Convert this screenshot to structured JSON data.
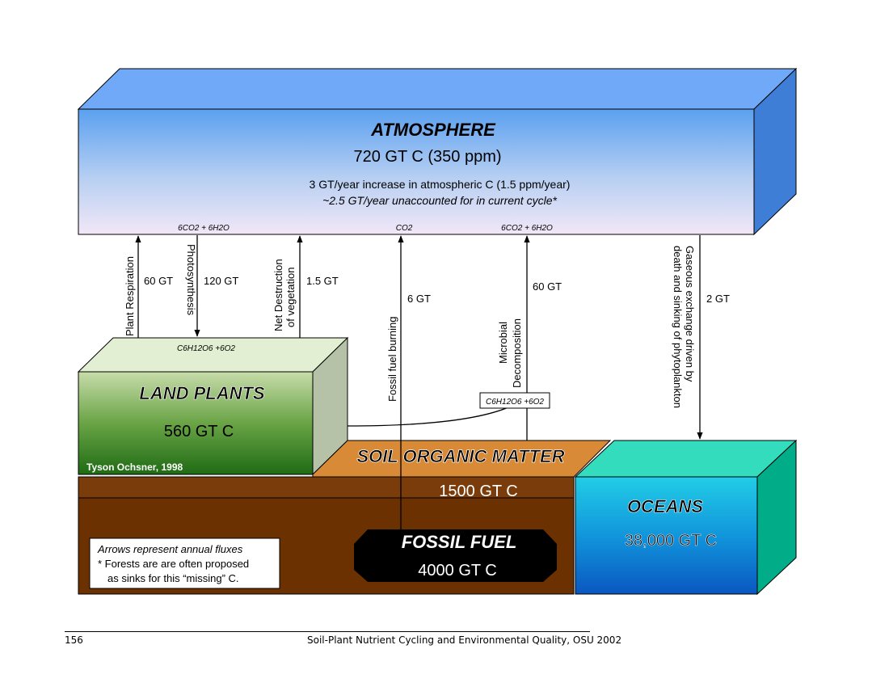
{
  "atmosphere": {
    "title": "ATMOSPHERE",
    "amount": "720 GT C (350 ppm)",
    "line1": "3 GT/year  increase in atmospheric C (1.5 ppm/year)",
    "line2": "~2.5 GT/year unaccounted for in current cycle*"
  },
  "land_plants": {
    "title": "LAND PLANTS",
    "amount": "560 GT  C",
    "credit": "Tyson Ochsner, 1998"
  },
  "soil": {
    "title": "SOIL ORGANIC MATTER",
    "amount": "1500 GT  C"
  },
  "fossil": {
    "title": "FOSSIL FUEL",
    "amount": "4000 GT C"
  },
  "oceans": {
    "title": "OCEANS",
    "amount": "38,000 GT C"
  },
  "fluxes": {
    "plant_respiration": {
      "label": "Plant Respiration",
      "value": "60 GT"
    },
    "photosynthesis": {
      "label": "Photosynthesis",
      "value": "120 GT"
    },
    "net_destruction": {
      "label1": "Net Destruction",
      "label2": "of vegetation",
      "value": "1.5 GT"
    },
    "fossil_burning": {
      "label": "Fossil fuel burning",
      "value": "6 GT"
    },
    "microbial": {
      "label1": "Microbial",
      "label2": "Decomposition",
      "value": "60 GT"
    },
    "ocean_exchange": {
      "label1": "Gaseous exchange driven by",
      "label2": "death and sinking of phytoplankton",
      "value": "2 GT"
    }
  },
  "formulas": {
    "photo_top": "6CO2 + 6H2O",
    "co2": "CO2",
    "micro_top": "6CO2 + 6H2O",
    "plants_sugar": "C6H12O6 +6O2",
    "soil_sugar": "C6H12O6 +6O2"
  },
  "note": {
    "line1": "Arrows represent annual fluxes",
    "line2": "* Forests are are often proposed",
    "line3": "as sinks for this “missing” C."
  },
  "footer": {
    "page": "156",
    "text": "Soil-Plant Nutrient Cycling and Environmental Quality, OSU 2002"
  }
}
